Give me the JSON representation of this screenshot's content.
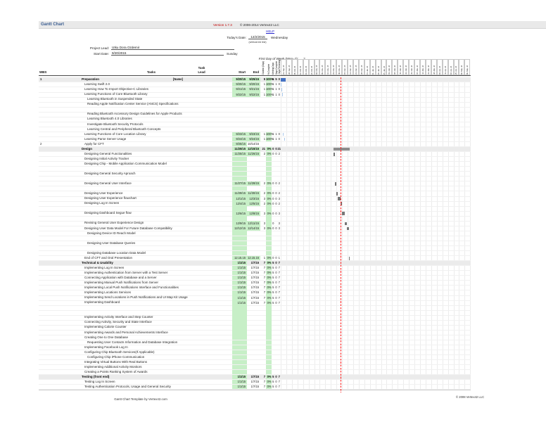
{
  "header": {
    "app_title": "Gantt Chart",
    "version": "Version 1.7.3",
    "copyright": "© 2006-2014 Vertex42 LLC",
    "help": "HELP",
    "todays_date_label": "Today's Date:",
    "todays_date": "12/2/2015",
    "todays_weekday": "Wednesday",
    "today_note": "(vertical red line)",
    "project_lead_label": "Project Lead:",
    "project_lead": "Utku Dora Ozdemir",
    "start_date_label": "Start Date:",
    "start_date": "9/20/2015",
    "start_weekday": "Sunday",
    "first_dow_label": "First Day of Week (Mon=2):",
    "first_dow_value": "2"
  },
  "table": {
    "columns": {
      "wbs": "WBS",
      "tasks": "Tasks",
      "lead_line1": "Task",
      "lead_line2": "Lead",
      "start": "Start",
      "end": "End"
    },
    "metric_headers": [
      "Duration (Days)",
      "% Complete",
      "Working Days",
      "Days Complete",
      "Days Remaining"
    ],
    "week_headers": [
      "21 - Sep - 15",
      "28 - Sep - 15",
      "05 - Oct - 15",
      "12 - Oct - 15",
      "19 - Oct - 15",
      "26 - Oct - 15",
      "02 - Nov - 15",
      "09 - Nov - 15",
      "16 - Nov - 15",
      "23 - Nov - 15",
      "30 - Nov - 15",
      "07 - Dec - 15",
      "14 - Dec - 15",
      "21 - Dec - 15",
      "28 - Dec - 15",
      "04 - Jan - 16",
      "11 - Jan - 16",
      "18 - Jan - 16",
      "25 - Jan - 16",
      "01 - Feb - 16",
      "08 - Feb - 16",
      "15 - Feb - 16",
      "22 - Feb - 16",
      "29 - Feb - 16",
      "07 - Mar - 16",
      "14 - Mar - 16",
      "21 - Mar - 16",
      "28 - Mar - 16",
      "04 - Apr - 16",
      "11 - Apr - 16",
      "18 - Apr - 16",
      "25 - Apr - 16",
      "02 - May - 16",
      "09 - May - 16"
    ],
    "rows": [
      [
        "1",
        "Preparation",
        "[Name]",
        "9/20/15",
        "9/25/15",
        "5",
        "100%",
        "5",
        "5",
        "0",
        0,
        "Bsep",
        [
          0,
          6,
          "blue"
        ]
      ],
      [
        "",
        "Learning Swift 2.0",
        "",
        "9/20/15",
        "9/20/15",
        "1",
        "100%",
        "1",
        "1",
        "0",
        1,
        "sep",
        [
          0,
          0.8,
          "tick"
        ]
      ],
      [
        "",
        "Learning How To Import Objective-C Libraries",
        "",
        "9/21/15",
        "9/21/15",
        "1",
        "100%",
        "1",
        "1",
        "0",
        1,
        "sep",
        [
          1,
          0.8,
          "tick"
        ]
      ],
      [
        "",
        "Learning Functions of Core Bluetooth Library",
        "",
        "9/22/15",
        "9/22/15",
        "1",
        "100%",
        "1",
        "1",
        "0",
        1,
        "sep",
        [
          2,
          0.8,
          "tick"
        ]
      ],
      [
        "",
        "Learning Bluetooth in Suspended State",
        "",
        "",
        "",
        "",
        "",
        "",
        "",
        "",
        2,
        "",
        0
      ],
      [
        "",
        "Reading Apple Notification Center Service (ANCS) Specifications",
        "",
        "",
        "",
        "",
        "",
        "",
        "",
        "",
        2,
        "",
        0
      ],
      [
        "",
        "",
        "",
        "",
        "",
        "",
        "",
        "",
        "",
        "",
        1,
        "",
        0
      ],
      [
        "",
        "Reading Bluetooth Accessory Design Guidelines for Apple Products",
        "",
        "",
        "",
        "",
        "",
        "",
        "",
        "",
        2,
        "",
        0
      ],
      [
        "",
        "Learning Bluetooth 4.0 Libraries",
        "",
        "",
        "",
        "",
        "",
        "",
        "",
        "",
        2,
        "",
        0
      ],
      [
        "",
        "Investigate Bluetooth Security Protocols",
        "",
        "",
        "",
        "",
        "",
        "",
        "",
        "",
        2,
        "",
        0
      ],
      [
        "",
        "Learning Central and Peripheral Bluetooth Concepts",
        "",
        "",
        "",
        "",
        "",
        "",
        "",
        "",
        2,
        "",
        0
      ],
      [
        "",
        "Learning Functions of Core Location Library",
        "",
        "9/23/15",
        "9/23/15",
        "1",
        "100%",
        "1",
        "1",
        "0",
        1,
        "sep",
        [
          3,
          0.8,
          "tick"
        ]
      ],
      [
        "",
        "Learning Parse Server Usage",
        "",
        "9/24/15",
        "9/24/15",
        "1",
        "100%",
        "1",
        "1",
        "0",
        1,
        "sep",
        [
          4,
          0.8,
          "tick"
        ]
      ],
      [
        "2",
        "Apply for CFT",
        "",
        "9/25/15",
        "10/14/15",
        "",
        "",
        "",
        "",
        "",
        1,
        "s",
        0
      ],
      [
        "",
        "Design",
        "",
        "11/25/15",
        "12/15/15",
        "21",
        "0%",
        "0",
        "0",
        "21",
        0,
        "Bsep",
        [
          66,
          21,
          "sum"
        ]
      ],
      [
        "",
        "Designing General Functionalities",
        "",
        "11/25/15",
        "11/26/15",
        "2",
        "0%",
        "0",
        "0",
        "2",
        1,
        "sep",
        [
          66,
          2,
          "gray"
        ]
      ],
      [
        "",
        "Designing Initial Activity Tracker",
        "",
        "",
        "",
        "",
        "",
        "",
        "",
        "",
        1,
        "sp",
        0
      ],
      [
        "",
        "Designing Chip - Mobile Application Communication Model",
        "",
        "",
        "",
        "",
        "",
        "",
        "",
        "",
        1,
        "sp",
        0
      ],
      [
        "",
        "",
        "",
        "",
        "",
        "",
        "",
        "",
        "",
        "",
        1,
        "sp",
        0
      ],
      [
        "",
        "Designing General Security Aproach",
        "",
        "",
        "",
        "",
        "",
        "",
        "",
        "",
        1,
        "sp",
        0
      ],
      [
        "",
        "",
        "",
        "",
        "",
        "",
        "",
        "",
        "",
        "",
        1,
        "sp",
        0
      ],
      [
        "",
        "Designing General User Interface",
        "",
        "11/27/15",
        "11/28/15",
        "2",
        "0%",
        "0",
        "0",
        "2",
        1,
        "sep",
        [
          68,
          2,
          "gray"
        ]
      ],
      [
        "",
        "",
        "",
        "",
        "",
        "",
        "",
        "",
        "",
        "",
        1,
        "sp",
        0
      ],
      [
        "",
        "Designing User Experience",
        "",
        "11/29/15",
        "11/30/15",
        "2",
        "0%",
        "0",
        "0",
        "2",
        1,
        "sep",
        [
          70,
          2,
          "gray"
        ]
      ],
      [
        "",
        "Designing User Experience flowchart",
        "",
        "12/1/15",
        "12/3/15",
        "3",
        "0%",
        "0",
        "0",
        "3",
        1,
        "sep",
        [
          72,
          3,
          "gray"
        ]
      ],
      [
        "",
        "Designing Log In Screen",
        "",
        "12/4/15",
        "12/5/15",
        "2",
        "0%",
        "0",
        "0",
        "2",
        1,
        "sep",
        [
          75,
          2,
          "gray"
        ]
      ],
      [
        "",
        "",
        "",
        "",
        "",
        "",
        "",
        "",
        "",
        "",
        1,
        "sp",
        0
      ],
      [
        "",
        "Designing Dashboard Segue flow",
        "",
        "12/6/15",
        "12/8/15",
        "3",
        "0%",
        "0",
        "0",
        "3",
        1,
        "sep",
        [
          77,
          3,
          "gray"
        ]
      ],
      [
        "",
        "",
        "",
        "",
        "",
        "",
        "",
        "",
        "",
        "",
        1,
        "sp",
        0
      ],
      [
        "",
        "Revising General User Experience Design",
        "",
        "12/9/15",
        "12/11/15",
        "3",
        "",
        "0",
        "",
        "3",
        1,
        "sep",
        [
          80,
          3,
          "gray"
        ]
      ],
      [
        "",
        "Designing User Data Model For Future Database Compatibility",
        "",
        "12/12/15",
        "12/14/15",
        "3",
        "0%",
        "0",
        "0",
        "3",
        1,
        "sep",
        [
          83,
          3,
          "gray"
        ]
      ],
      [
        "",
        "Designing Device ID Reach Model",
        "",
        "",
        "",
        "",
        "",
        "",
        "",
        "",
        2,
        "sp",
        0
      ],
      [
        "",
        "",
        "",
        "",
        "",
        "",
        "",
        "",
        "",
        "",
        1,
        "sp",
        0
      ],
      [
        "",
        "Designing User Database Queries",
        "",
        "",
        "",
        "",
        "",
        "",
        "",
        "",
        2,
        "sp",
        0
      ],
      [
        "",
        "",
        "",
        "",
        "",
        "",
        "",
        "",
        "",
        "",
        1,
        "sp",
        0
      ],
      [
        "",
        "Designing Database Location Data Model",
        "",
        "",
        "",
        "",
        "",
        "",
        "",
        "",
        2,
        "sp",
        0
      ],
      [
        "",
        "End of CFT and Oral Presentation",
        "",
        "12.15.15",
        "12.15.15",
        "1",
        "0%",
        "0",
        "0",
        "1",
        1,
        "sep",
        [
          86,
          1,
          "gray"
        ]
      ],
      [
        "",
        "Technical & Usability",
        "",
        "1/1/15",
        "1/7/15",
        "7",
        "0%",
        "5",
        "0",
        "7",
        0,
        "Bsp",
        0
      ],
      [
        "",
        "Implementing Log In Screen",
        "",
        "1/1/15",
        "1/7/15",
        "7",
        "0%",
        "5",
        "0",
        "7",
        1,
        "sp",
        0
      ],
      [
        "",
        "Implementing Authentication from Server with a Test Server",
        "",
        "1/1/15",
        "1/7/15",
        "7",
        "0%",
        "5",
        "0",
        "7",
        1,
        "sp",
        0
      ],
      [
        "",
        "Connecting Application with Database and a Server",
        "",
        "1/1/15",
        "1/7/15",
        "7",
        "0%",
        "5",
        "0",
        "7",
        1,
        "sp",
        0
      ],
      [
        "",
        "Implementing Manual Push Notifications from Server",
        "",
        "1/1/15",
        "1/7/15",
        "7",
        "0%",
        "5",
        "0",
        "7",
        1,
        "sp",
        0
      ],
      [
        "",
        "Implementing Local Push Notifications Interface and Functionalities",
        "",
        "1/1/15",
        "1/7/15",
        "7",
        "0%",
        "5",
        "0",
        "7",
        1,
        "sp",
        0
      ],
      [
        "",
        "Implementing Locations Services",
        "",
        "1/1/15",
        "1/7/15",
        "7",
        "0%",
        "5",
        "0",
        "7",
        1,
        "sp",
        0
      ],
      [
        "",
        "Implementing Send Locations in Push Notifications and UI Map Kit Usage",
        "",
        "1/1/15",
        "1/7/15",
        "7",
        "0%",
        "5",
        "0",
        "7",
        1,
        "sp",
        0
      ],
      [
        "",
        "Implementing Dashboard",
        "",
        "1/1/15",
        "1/7/15",
        "7",
        "0%",
        "5",
        "0",
        "7",
        1,
        "sp",
        0
      ],
      [
        "",
        "",
        "",
        "",
        "",
        "",
        "",
        "",
        "",
        "",
        1,
        "sp",
        0
      ],
      [
        "",
        "",
        "",
        "",
        "",
        "",
        "",
        "",
        "",
        "",
        1,
        "sp",
        0
      ],
      [
        "",
        "Implementing Activity Interface and Step Counter",
        "",
        "",
        "",
        "",
        "",
        "",
        "",
        "",
        1,
        "sp",
        0
      ],
      [
        "",
        "Connecting Activity, Security and State Interface",
        "",
        "",
        "",
        "",
        "",
        "",
        "",
        "",
        1,
        "sp",
        0
      ],
      [
        "",
        "Implementing Calorie Counter",
        "",
        "",
        "",
        "",
        "",
        "",
        "",
        "",
        1,
        "sp",
        0
      ],
      [
        "",
        "Implementing Awards and Personal Achievements Interface",
        "",
        "",
        "",
        "",
        "",
        "",
        "",
        "",
        1,
        "sp",
        0
      ],
      [
        "",
        "Creating One to One Database",
        "",
        "",
        "",
        "",
        "",
        "",
        "",
        "",
        1,
        "sp",
        0
      ],
      [
        "",
        "Requesting User Contacts Information and Database Integration",
        "",
        "",
        "",
        "",
        "",
        "",
        "",
        "",
        2,
        "sp",
        0
      ],
      [
        "",
        "Implementing Facebook Log In",
        "",
        "",
        "",
        "",
        "",
        "",
        "",
        "",
        1,
        "sp",
        0
      ],
      [
        "",
        "Configuring Chip Bluetooth Services(If Applicable)",
        "",
        "",
        "",
        "",
        "",
        "",
        "",
        "",
        1,
        "sp",
        0
      ],
      [
        "",
        "Configuring Chip iPhone Communication",
        "",
        "",
        "",
        "",
        "",
        "",
        "",
        "",
        2,
        "sp",
        0
      ],
      [
        "",
        "Integrating Virtual Buttons With Real Buttons",
        "",
        "",
        "",
        "",
        "",
        "",
        "",
        "",
        1,
        "sp",
        0
      ],
      [
        "",
        "Implementing Additional Activity Monitors",
        "",
        "",
        "",
        "",
        "",
        "",
        "",
        "",
        1,
        "sp",
        0
      ],
      [
        "",
        "Creating a Points Ranking System of Awards",
        "",
        "",
        "",
        "",
        "",
        "",
        "",
        "",
        1,
        "sp",
        0
      ],
      [
        "",
        "Testing (front end)",
        "",
        "1/1/15",
        "1/7/15",
        "7",
        "0%",
        "5",
        "0",
        "7",
        0,
        "Bsp",
        0
      ],
      [
        "",
        "Testing Log In Screen",
        "",
        "1/1/15",
        "1/7/15",
        "7",
        "0%",
        "5",
        "0",
        "7",
        1,
        "sp",
        0
      ],
      [
        "",
        "Testing Authentication Protocols, Usage and General Security",
        "",
        "1/1/15",
        "1/7/15",
        "7",
        "0%",
        "5",
        "0",
        "7",
        1,
        "sp",
        0
      ]
    ]
  },
  "footer": {
    "left": "Gantt Chart Template by Vertex42.com",
    "right": "© 2008 Vertex42 LLC"
  },
  "colors": {
    "title_blue": "#3C5E91",
    "version_red": "#C00000",
    "help_blue": "#2323CC",
    "green_cell": "#C7EFC7",
    "band_gray": "#EBEBEB",
    "bar_blue": "#4472C4",
    "bar_tick": "#A9C7E9",
    "bar_gray": "#767676",
    "bar_summary": "#8C8C8C",
    "today_red": "#FF1414"
  }
}
